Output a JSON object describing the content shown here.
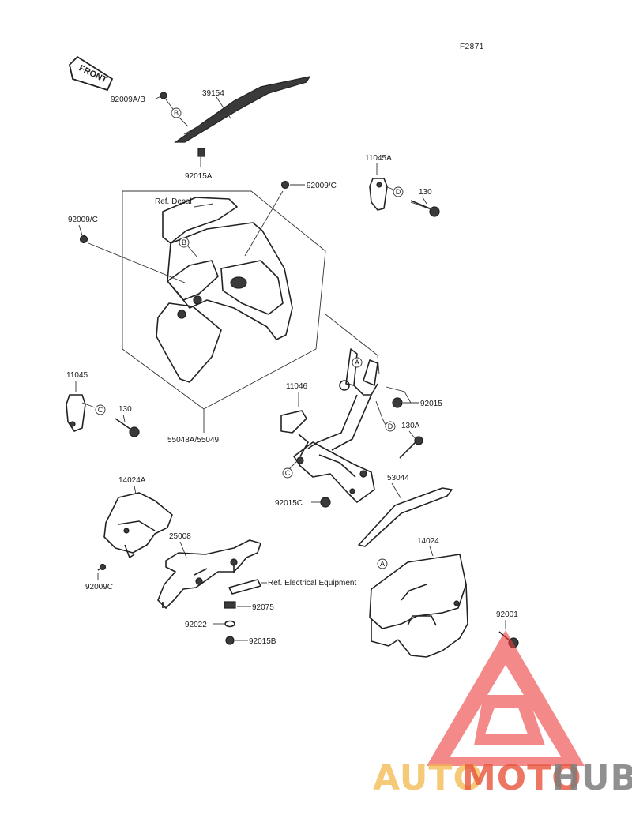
{
  "figure_code": "F2871",
  "direction_label": "FRONT",
  "ref_labels": {
    "decal": "Ref. Decal",
    "electrical": "Ref. Electrical Equipment"
  },
  "part_labels": {
    "p92009AB": "92009A/B",
    "p39154": "39154",
    "p92015A": "92015A",
    "p92009C_top": "92009/C",
    "p11045A": "11045A",
    "p130_top": "130",
    "p92009C_left": "92009/C",
    "p11045": "11045",
    "p130_left": "130",
    "p55048": "55048A/55049",
    "p11046": "11046",
    "p92015": "92015",
    "p130A": "130A",
    "p53044": "53044",
    "p92015C": "92015C",
    "p14024A": "14024A",
    "p25008": "25008",
    "p92009C_bot": "92009C",
    "p92075": "92075",
    "p92022": "92022",
    "p92015B": "92015B",
    "p14024": "14024",
    "p92001": "92001"
  },
  "callouts": {
    "A": "A",
    "B": "B",
    "C": "C",
    "D": "D"
  },
  "watermark": {
    "auto": "AUTO",
    "moto": "MOTO",
    "hub": "HUB",
    "colors": {
      "auto": "#f2b84a",
      "moto": "#e8543c",
      "hub": "#7d7d7d",
      "triangle": "#ee3b3b"
    }
  }
}
